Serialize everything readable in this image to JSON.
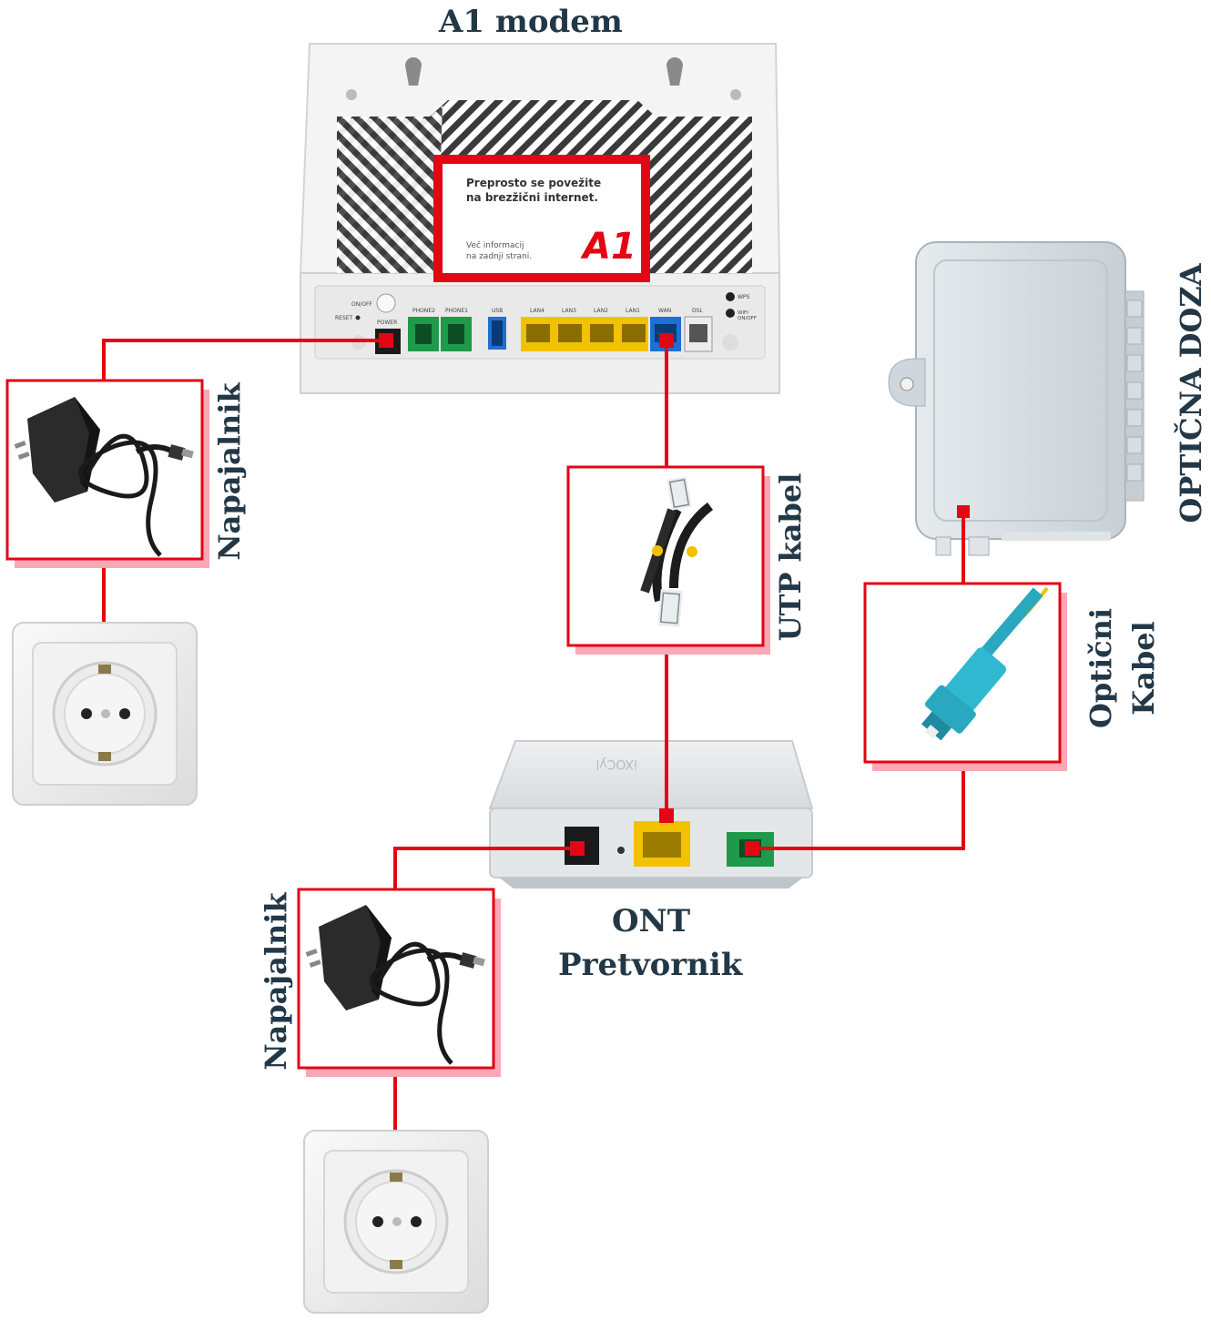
{
  "labels": {
    "modem_title": "A1 modem",
    "ont_line1": "ONT",
    "ont_line2": "Pretvornik",
    "utp_cable": "UTP kabel",
    "optical_line1": "Optični",
    "optical_line2": "Kabel",
    "optical_box": "OPTIČNA DOZA",
    "power_adapter_top": "Napajalnik",
    "power_adapter_bottom": "Napajalnik"
  },
  "modem": {
    "sticker_line1": "Preprosto se povežite",
    "sticker_line2": "na brezžični internet.",
    "sticker_small1": "Več informacij",
    "sticker_small2": "na zadnji strani.",
    "brand": "A1",
    "ports": {
      "on_off": "ON/OFF",
      "reset": "RESET",
      "power": "POWER",
      "phone2": "PHONE2",
      "phone1": "PHONE1",
      "usb": "USB",
      "lan4": "LAN4",
      "lan3": "LAN3",
      "lan2": "LAN2",
      "lan1": "LAN1",
      "wan": "WAN",
      "dsl": "DSL",
      "wps": "WPS",
      "wifi": "WIFI ON/OFF"
    }
  },
  "colors": {
    "connector_line": "#e30613",
    "label_text": "#233847",
    "lan_port": "#f2c200",
    "wan_port": "#1f6fd1",
    "phone_port": "#1f9a4a"
  },
  "icons": {
    "modem": "router-icon",
    "ont": "ont-converter-icon",
    "optical_box": "fiber-distribution-box-icon",
    "power_adapter": "power-adapter-icon",
    "socket": "wall-socket-icon",
    "utp_cable": "ethernet-cable-icon",
    "fiber_cable": "fiber-sc-connector-icon"
  }
}
